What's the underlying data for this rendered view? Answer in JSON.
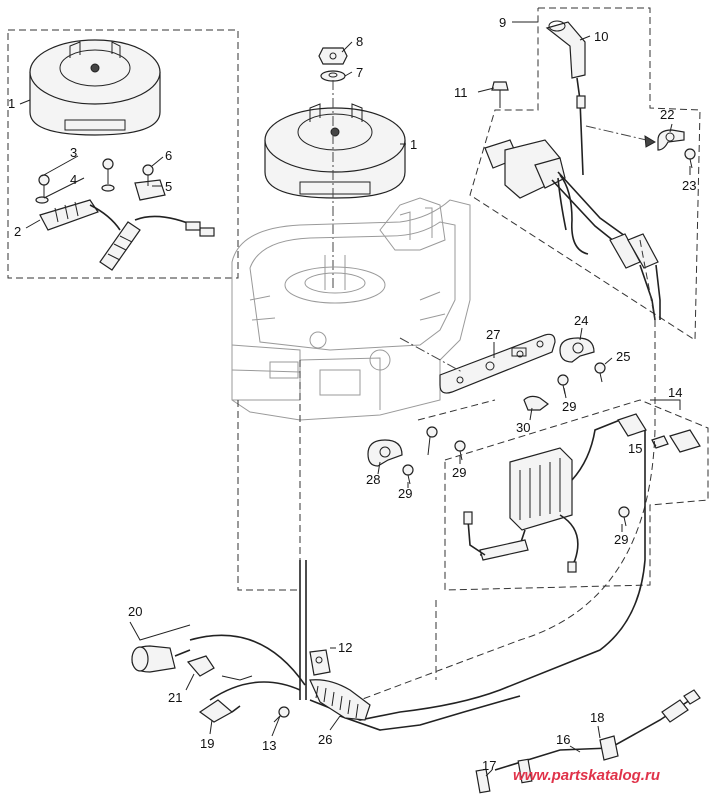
{
  "callouts": {
    "c1a": "1",
    "c1b": "1",
    "c2": "2",
    "c3": "3",
    "c4": "4",
    "c5": "5",
    "c6": "6",
    "c7": "7",
    "c8": "8",
    "c9": "9",
    "c10": "10",
    "c11": "11",
    "c12": "12",
    "c13": "13",
    "c14": "14",
    "c15": "15",
    "c16": "16",
    "c17": "17",
    "c18": "18",
    "c19": "19",
    "c20": "20",
    "c21": "21",
    "c22": "22",
    "c23": "23",
    "c24": "24",
    "c25": "25",
    "c26": "26",
    "c27": "27",
    "c28": "28",
    "c29a": "29",
    "c29b": "29",
    "c29c": "29",
    "c29d": "29",
    "c30": "30"
  },
  "watermark": "www.partskatalog.ru",
  "colors": {
    "line": "#222222",
    "ghost": "#9a9a9a",
    "watermark": "#e0334a"
  }
}
